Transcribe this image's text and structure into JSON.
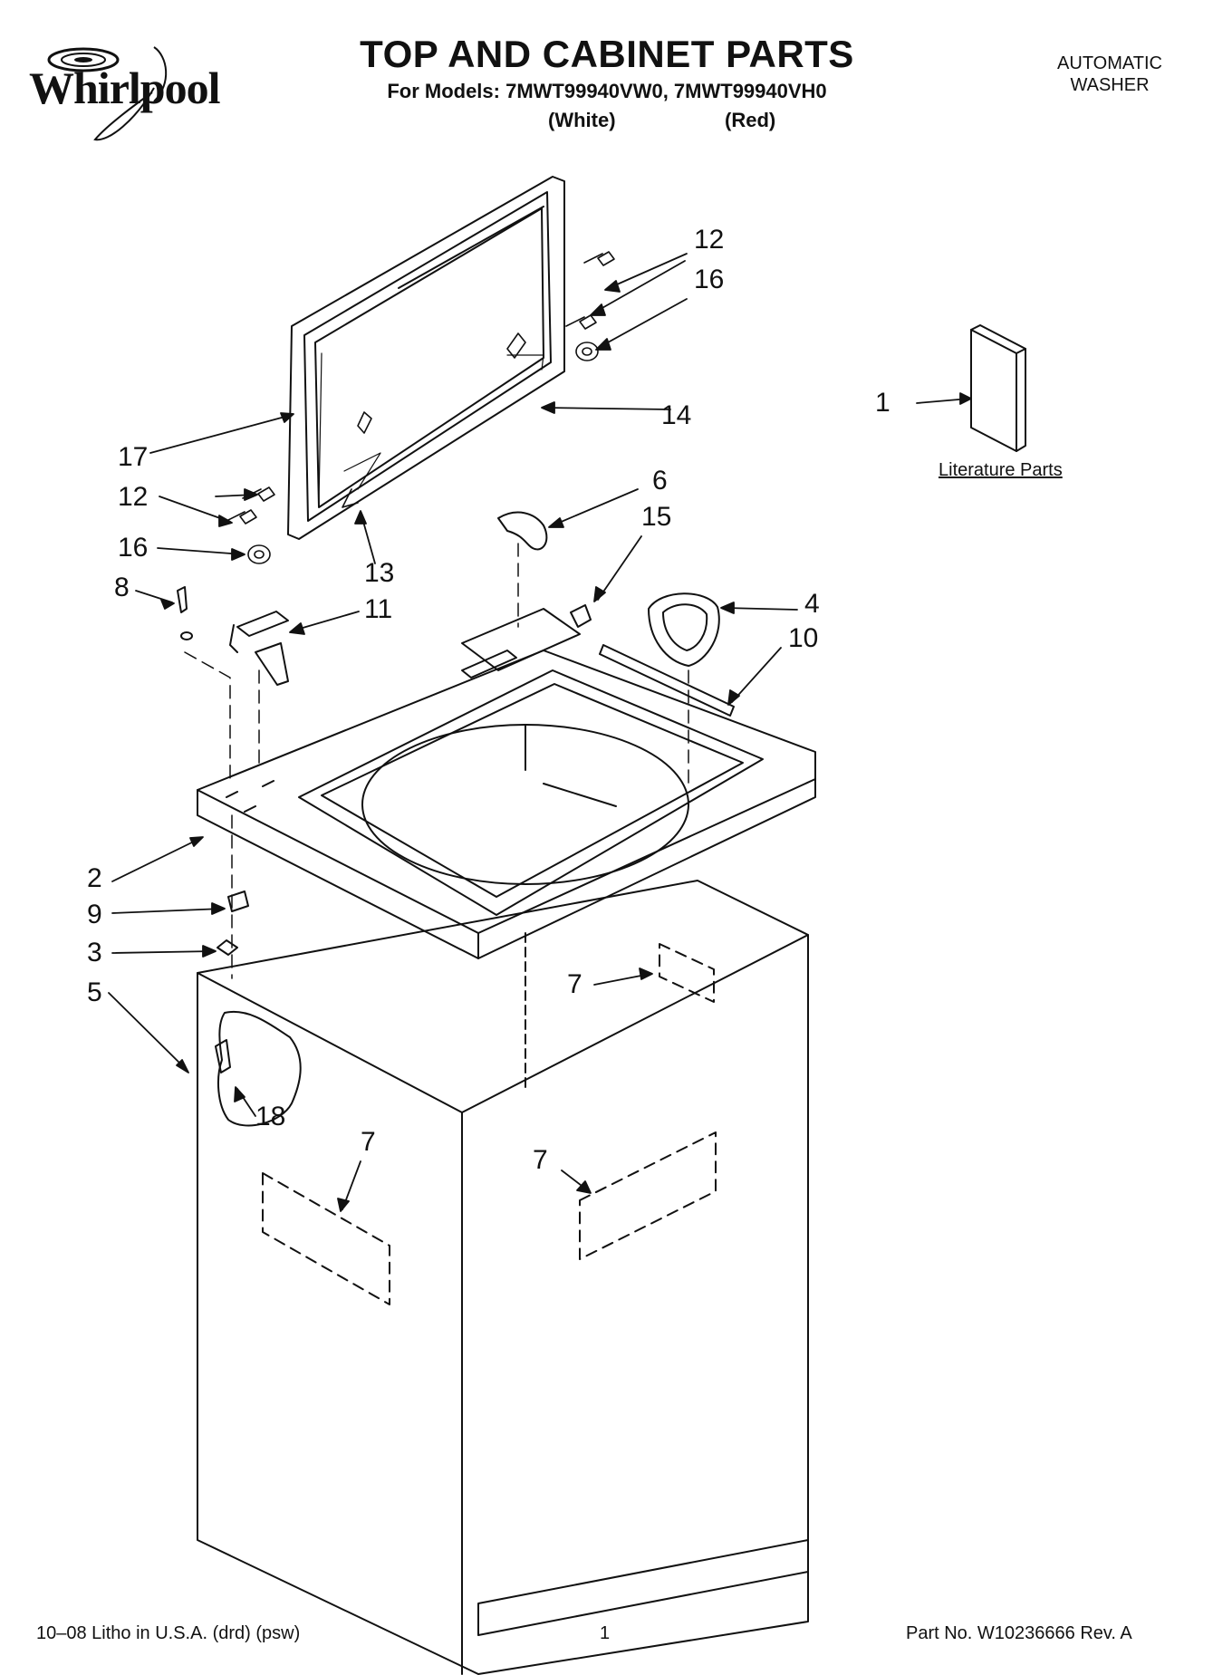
{
  "header": {
    "brand": "Whirlpool",
    "title": "TOP AND CABINET PARTS",
    "models_line": "For Models: 7MWT99940VW0, 7MWT99940VH0",
    "variant_white": "(White)",
    "variant_red": "(Red)",
    "appliance_line1": "AUTOMATIC",
    "appliance_line2": "WASHER"
  },
  "literature_label": "Literature Parts",
  "callouts": {
    "c1": "1",
    "c2": "2",
    "c3": "3",
    "c4": "4",
    "c5": "5",
    "c6": "6",
    "c7a": "7",
    "c7b": "7",
    "c7c": "7",
    "c8": "8",
    "c9": "9",
    "c10": "10",
    "c11": "11",
    "c12a": "12",
    "c12b": "12",
    "c13": "13",
    "c14": "14",
    "c15": "15",
    "c16a": "16",
    "c16b": "16",
    "c17": "17",
    "c18": "18"
  },
  "footer": {
    "left": "10–08 Litho in U.S.A. (drd) (psw)",
    "page": "1",
    "part_no": "Part No. W10236666 Rev. A"
  }
}
